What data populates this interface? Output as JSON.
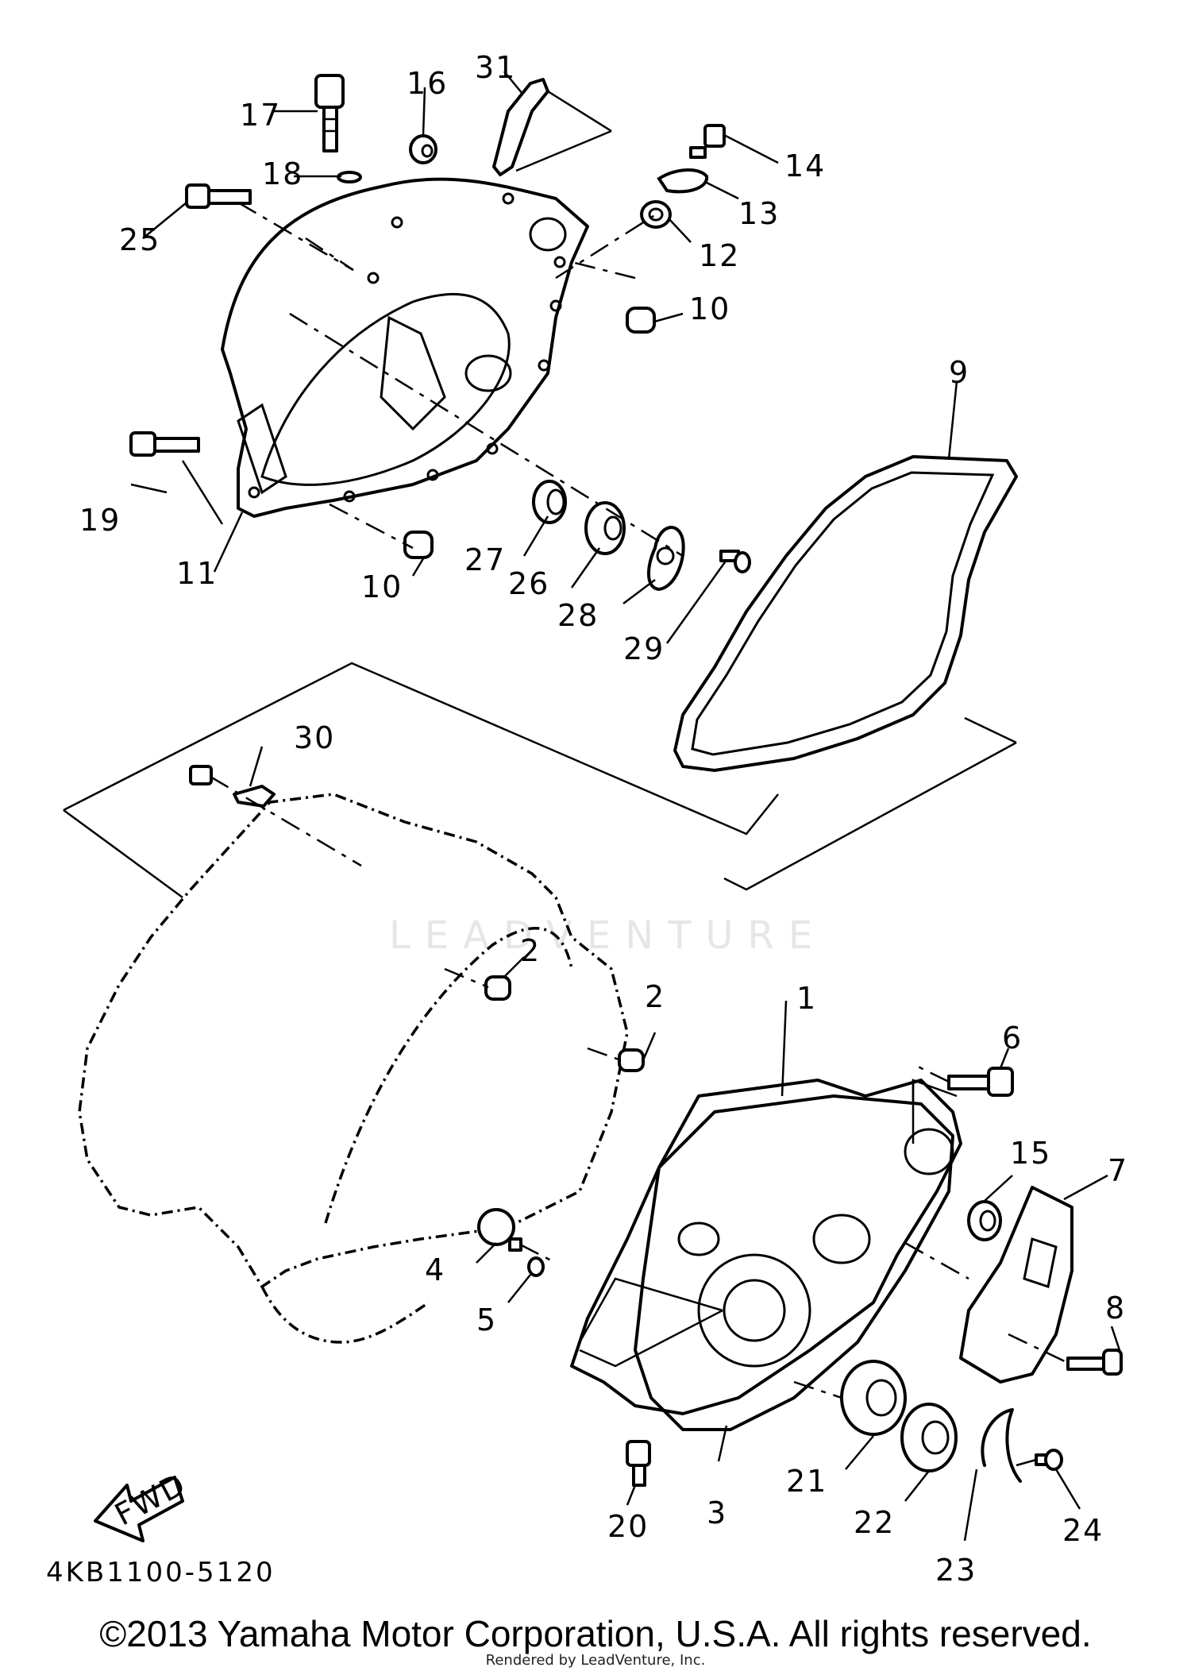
{
  "diagram": {
    "code": "4KB1100-5120",
    "fwd_label": "FWD",
    "watermark": "LEADVENTURE",
    "callouts": [
      "1",
      "2",
      "2",
      "3",
      "4",
      "5",
      "6",
      "7",
      "8",
      "9",
      "10",
      "10",
      "11",
      "12",
      "13",
      "14",
      "15",
      "16",
      "17",
      "18",
      "19",
      "20",
      "21",
      "22",
      "23",
      "24",
      "25",
      "26",
      "27",
      "28",
      "29",
      "30",
      "31"
    ]
  },
  "footer": {
    "copyright": "©2013 Yamaha Motor Corporation, U.S.A. All rights reserved.",
    "rendered_by": "Rendered by LeadVenture, Inc."
  }
}
